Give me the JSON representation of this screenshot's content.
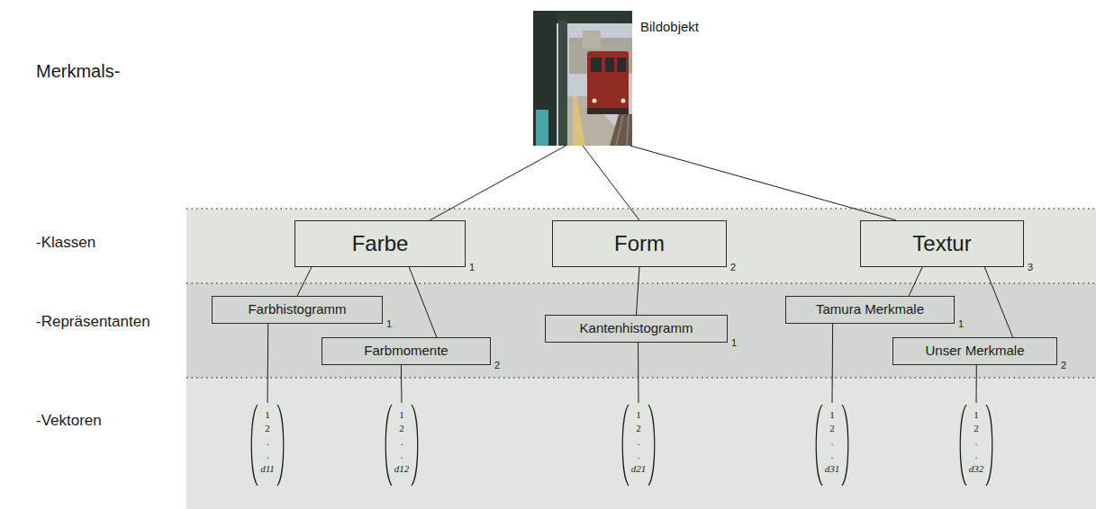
{
  "diagram": {
    "nodes": [
      {
        "text": [
          "Bildobjekt"
        ]
      },
      {
        "text": [
          "Farbe",
          "1"
        ]
      },
      {
        "text": [
          "Form",
          "2"
        ]
      },
      {
        "text": [
          "Textur",
          "3"
        ]
      },
      {
        "text": [
          "Farbhistogramm",
          "1"
        ]
      },
      {
        "text": [
          "Farbmomente",
          "2"
        ]
      },
      {
        "text": [
          "Kantenhistogramm",
          "1"
        ]
      },
      {
        "text": [
          "Tamura Merkmale",
          "1"
        ]
      },
      {
        "text": [
          "Unser Merkmale",
          "2"
        ]
      },
      {
        "text": [
          "1",
          "2",
          ".",
          ".",
          "d11"
        ]
      },
      {
        "text": [
          "1",
          "2",
          ".",
          ".",
          "d12"
        ]
      },
      {
        "text": [
          "1",
          "2",
          ".",
          ".",
          "d21"
        ]
      },
      {
        "text": [
          "1",
          "2",
          ".",
          ".",
          "d31"
        ]
      },
      {
        "text": [
          "1",
          "2",
          ".",
          ".",
          "d32"
        ]
      }
    ],
    "edges": [
      {
        "from": 0,
        "to": 1,
        "arrow": "none"
      },
      {
        "from": 0,
        "to": 2,
        "arrow": "none"
      },
      {
        "from": 0,
        "to": 3,
        "arrow": "none"
      },
      {
        "from": 1,
        "to": 4,
        "arrow": "none"
      },
      {
        "from": 1,
        "to": 5,
        "arrow": "none"
      },
      {
        "from": 2,
        "to": 6,
        "arrow": "none"
      },
      {
        "from": 3,
        "to": 7,
        "arrow": "none"
      },
      {
        "from": 3,
        "to": 8,
        "arrow": "none"
      },
      {
        "from": 4,
        "to": 9,
        "arrow": "none"
      },
      {
        "from": 5,
        "to": 10,
        "arrow": "none"
      },
      {
        "from": 6,
        "to": 11,
        "arrow": "none"
      },
      {
        "from": 7,
        "to": 12,
        "arrow": "none"
      },
      {
        "from": 8,
        "to": 13,
        "arrow": "none"
      }
    ],
    "labels": [
      "Merkmals-",
      "-Klassen",
      "-Repräsentanten",
      "-Vektoren"
    ]
  }
}
